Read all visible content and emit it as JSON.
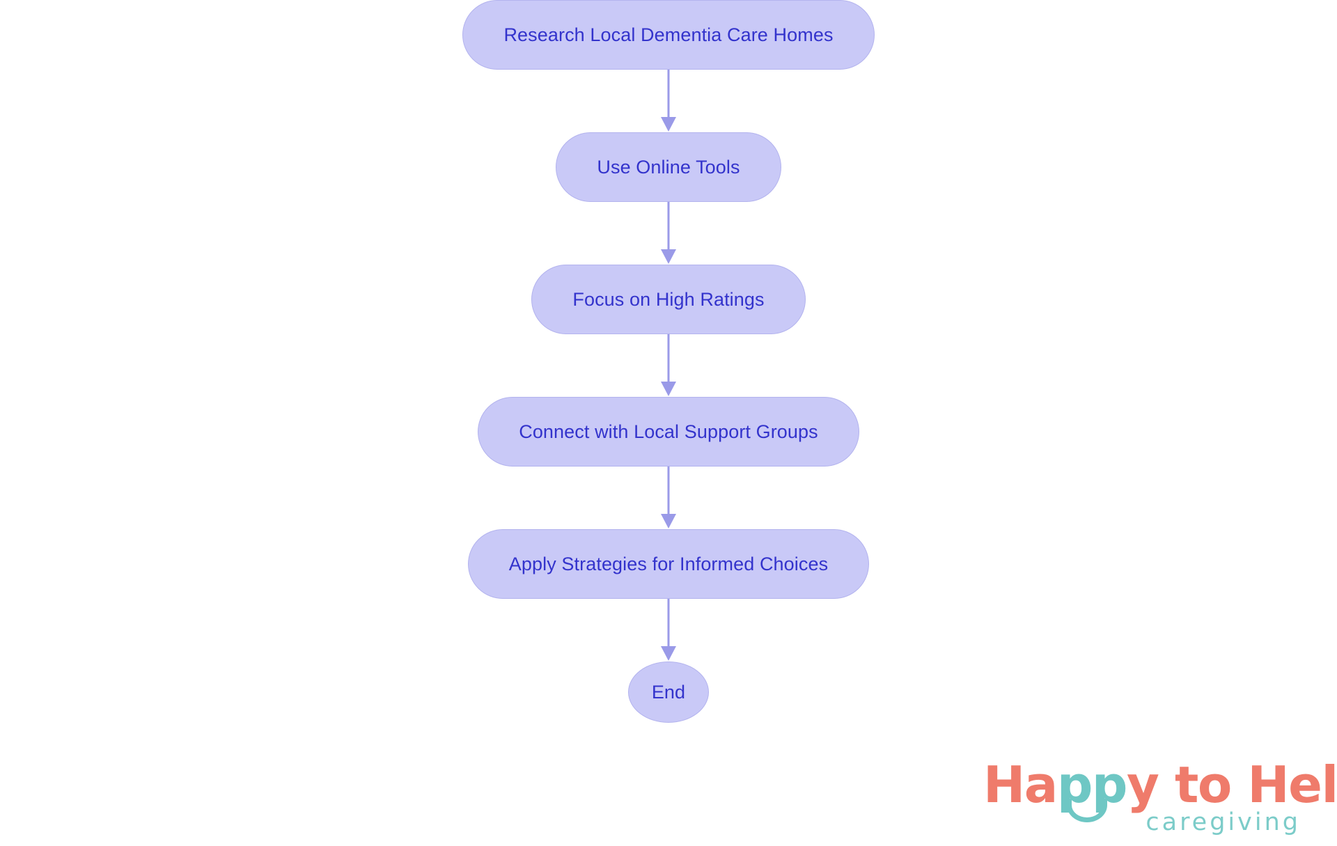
{
  "chart_data": {
    "type": "diagram",
    "diagram_type": "flowchart",
    "orientation": "top-to-bottom",
    "title": "",
    "nodes": [
      {
        "id": "n1",
        "label": "Research Local Dementia Care Homes",
        "shape": "stadium"
      },
      {
        "id": "n2",
        "label": "Use Online Tools",
        "shape": "stadium"
      },
      {
        "id": "n3",
        "label": "Focus on High Ratings",
        "shape": "stadium"
      },
      {
        "id": "n4",
        "label": "Connect with Local Support Groups",
        "shape": "stadium"
      },
      {
        "id": "n5",
        "label": "Apply Strategies for Informed Choices",
        "shape": "stadium"
      },
      {
        "id": "n6",
        "label": "End",
        "shape": "circle"
      }
    ],
    "edges": [
      {
        "from": "n1",
        "to": "n2",
        "label": "",
        "arrow": "down"
      },
      {
        "from": "n2",
        "to": "n3",
        "label": "",
        "arrow": "down"
      },
      {
        "from": "n3",
        "to": "n4",
        "label": "",
        "arrow": "down"
      },
      {
        "from": "n4",
        "to": "n5",
        "label": "",
        "arrow": "down"
      },
      {
        "from": "n5",
        "to": "n6",
        "label": "",
        "arrow": "down"
      }
    ],
    "colors": {
      "node_fill": "#c9c9f7",
      "node_border": "#b3b3ee",
      "node_text": "#3333cc",
      "edge": "#9a9ae8",
      "background": "#ffffff"
    }
  },
  "logo": {
    "word_1": "H",
    "word_2": "a",
    "word_3": "pp",
    "word_4": "y",
    "word_5": " to ",
    "word_6": "Help",
    "tagline": "caregiving",
    "primary_color": "#ef7b6b",
    "accent_color": "#6ec7c4"
  }
}
